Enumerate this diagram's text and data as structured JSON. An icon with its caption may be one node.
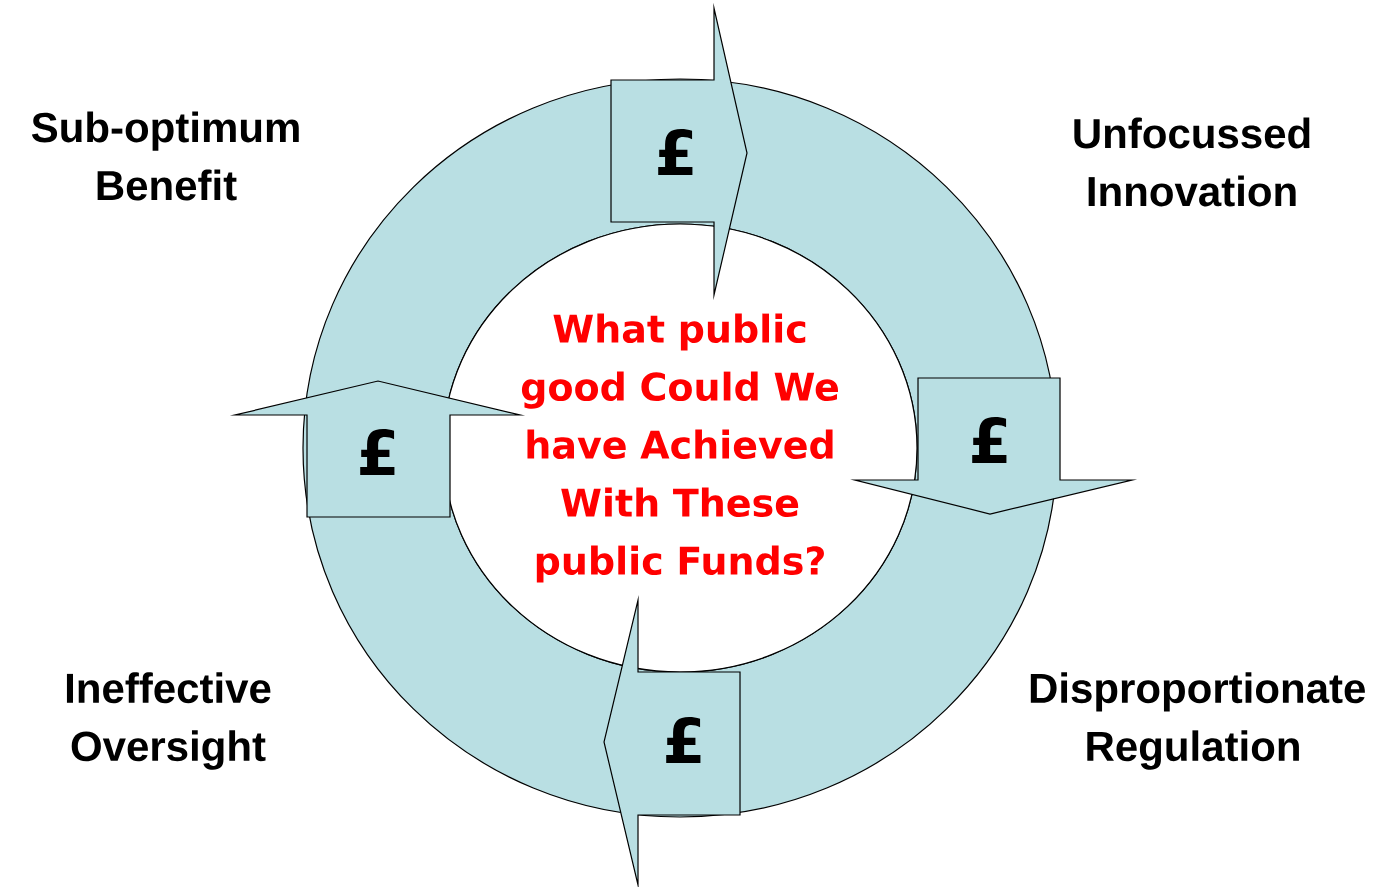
{
  "diagram": {
    "nodes": [
      {
        "text": [
          "Sub-optimum Benefit"
        ]
      },
      {
        "text": [
          "£"
        ]
      },
      {
        "text": [
          "Unfocussed Innovation"
        ]
      },
      {
        "text": [
          "What public good Could We have Achieved With These public Funds?"
        ]
      },
      {
        "text": [
          "£"
        ]
      },
      {
        "text": [
          "£"
        ]
      },
      {
        "text": [
          "Ineffective Oversight"
        ]
      },
      {
        "text": [
          "£"
        ]
      },
      {
        "text": [
          "Disproportionate Regulation"
        ]
      }
    ]
  }
}
